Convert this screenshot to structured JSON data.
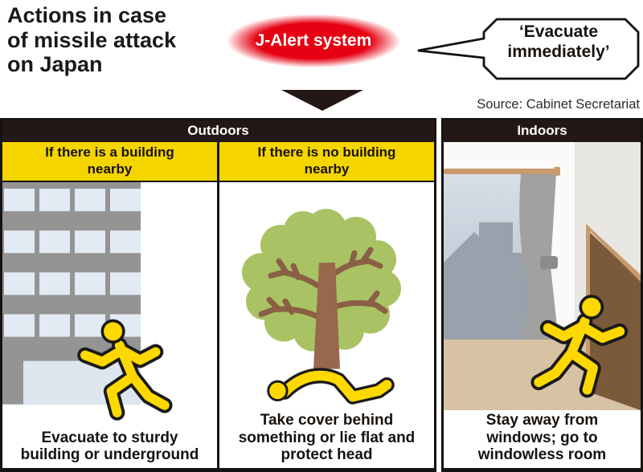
{
  "header": {
    "title": "Actions in case\nof missile attack\non Japan",
    "alert_label": "J-Alert system",
    "speech_bubble": "‘Evacuate\nimmediately’",
    "source": "Source: Cabinet Secretariat"
  },
  "sections": {
    "outdoors": {
      "label": "Outdoors",
      "columns": [
        {
          "subheader": "If there is a building\nnearby",
          "caption": "Evacuate to sturdy\nbuilding or underground",
          "illustration": "person running toward sturdy building"
        },
        {
          "subheader": "If there is no building\nnearby",
          "caption": "Take cover behind\nsomething or lie flat and\nprotect head",
          "illustration": "person lying flat behind tree"
        }
      ]
    },
    "indoors": {
      "label": "Indoors",
      "caption": "Stay away from\nwindows; go to\nwindowless room",
      "illustration": "person running away from window toward door"
    }
  },
  "colors": {
    "alert_red": "#e60012",
    "highlight_yellow": "#f5d500",
    "bar_black": "#231815",
    "figure_yellow": "#ffd800",
    "building_gray": "#949494",
    "floor_tan": "#d7c2a4",
    "door_brown": "#7a5a3b"
  }
}
